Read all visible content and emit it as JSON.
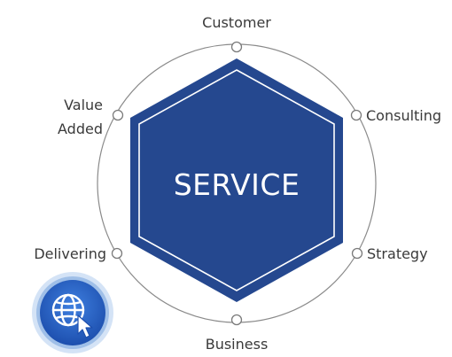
{
  "center": {
    "label": "SERVICE"
  },
  "nodes": [
    {
      "id": "customer",
      "lines": [
        "Customer"
      ]
    },
    {
      "id": "consulting",
      "lines": [
        "Consulting"
      ]
    },
    {
      "id": "strategy",
      "lines": [
        "Strategy"
      ]
    },
    {
      "id": "business",
      "lines": [
        "Business"
      ]
    },
    {
      "id": "delivering",
      "lines": [
        "Delivering"
      ]
    },
    {
      "id": "value-added",
      "lines": [
        "Value",
        "Added"
      ]
    }
  ],
  "badge": {
    "icon": "globe-cursor-icon"
  },
  "colors": {
    "hexagon": "#25488f",
    "hexagon_outline": "#ffffff",
    "ring": "#8a8a8a",
    "node_dot_stroke": "#7a7a7a",
    "badge": "#2a63c8",
    "badge_rim": "#cfe0f5"
  }
}
